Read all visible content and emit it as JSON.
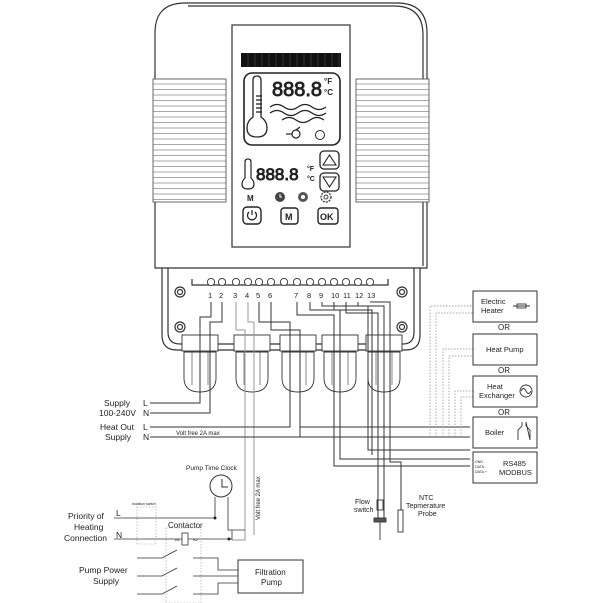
{
  "controller": {
    "display": {
      "primary_readout": "888.8",
      "secondary_readout": "888.8",
      "unit_f": "°F",
      "unit_c": "°C"
    },
    "buttons": [
      {
        "name": "power",
        "label": "⏻"
      },
      {
        "name": "mode",
        "label": "M"
      },
      {
        "name": "ok",
        "label": "OK"
      },
      {
        "name": "up",
        "label": "▲"
      },
      {
        "name": "down",
        "label": "▼"
      }
    ],
    "indicators": [
      {
        "name": "mode-indicator",
        "label": "M"
      },
      {
        "name": "clock-indicator"
      },
      {
        "name": "timer-indicator"
      },
      {
        "name": "settings-indicator"
      }
    ]
  },
  "terminals": [
    "1",
    "2",
    "3",
    "4",
    "5",
    "6",
    "7",
    "8",
    "9",
    "10",
    "11",
    "12",
    "13"
  ],
  "left_labels": {
    "supply": {
      "title": "Supply",
      "voltage": "100-240V",
      "l": "L",
      "n": "N"
    },
    "heat_out": {
      "title1": "Heat Out",
      "title2": "Supply",
      "l": "L",
      "n": "N"
    },
    "volt_free_h": "Volt free 2A max",
    "volt_free_v": "Volt free 2A max",
    "pump_time_clock": "Pump Time Clock",
    "priority": {
      "line1": "Priority of",
      "line2": "Heating",
      "line3": "Connection",
      "l": "L",
      "n": "N"
    },
    "isolation_switch": "Isolation switch",
    "contactor": "Contactor",
    "a1": "A1",
    "a2": "A2",
    "pump_power": {
      "line1": "Pump Power",
      "line2": "Supply"
    },
    "filtration_pump": {
      "line1": "Filtration",
      "line2": "Pump"
    }
  },
  "right_devices": {
    "electric_heater": {
      "line1": "Electric",
      "line2": "Heater"
    },
    "heat_pump": "Heat Pump",
    "heat_exchanger": {
      "line1": "Heat",
      "line2": "Exchanger"
    },
    "boiler": "Boiler",
    "or_label": "OR",
    "rs485": {
      "line1": "RS485",
      "line2": "MODBUS",
      "gnd": "GND",
      "data_minus": "DATA -",
      "data_plus": "DATA +"
    }
  },
  "sensors": {
    "flow_switch": {
      "line1": "Flow",
      "line2": "switch"
    },
    "ntc": {
      "line1": "NTC",
      "line2": "Tepmerature",
      "line3": "Probe"
    }
  }
}
